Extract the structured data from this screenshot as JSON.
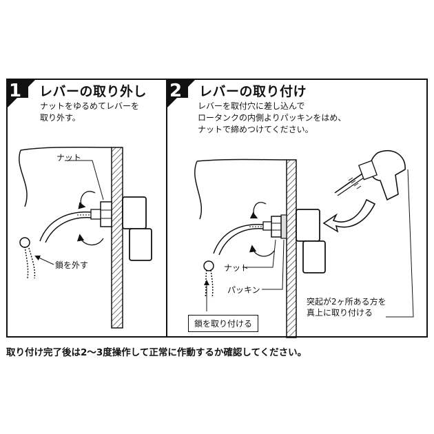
{
  "step1": {
    "number": "1",
    "title": "レバーの取り外し",
    "desc_lines": [
      "ナットをゆるめてレバーを",
      "取り外す。"
    ],
    "labels": {
      "nut": "ナット",
      "chain_remove": "鎖を外す"
    }
  },
  "step2": {
    "number": "2",
    "title": "レバーの取り付け",
    "desc_lines": [
      "レバーを取付穴に差し込んで",
      "ロータンクの内側よりパッキンをはめ、",
      "ナットで締めつけてください。"
    ],
    "labels": {
      "nut": "ナット",
      "packing": "パッキン",
      "chain_attach": "鎖を取り付ける",
      "note_lines": [
        "突起が2ヶ所ある方を",
        "真上に取り付ける"
      ]
    }
  },
  "footer": "取り付け完了後は2〜3度操作して正常に作動するか確認してください。"
}
